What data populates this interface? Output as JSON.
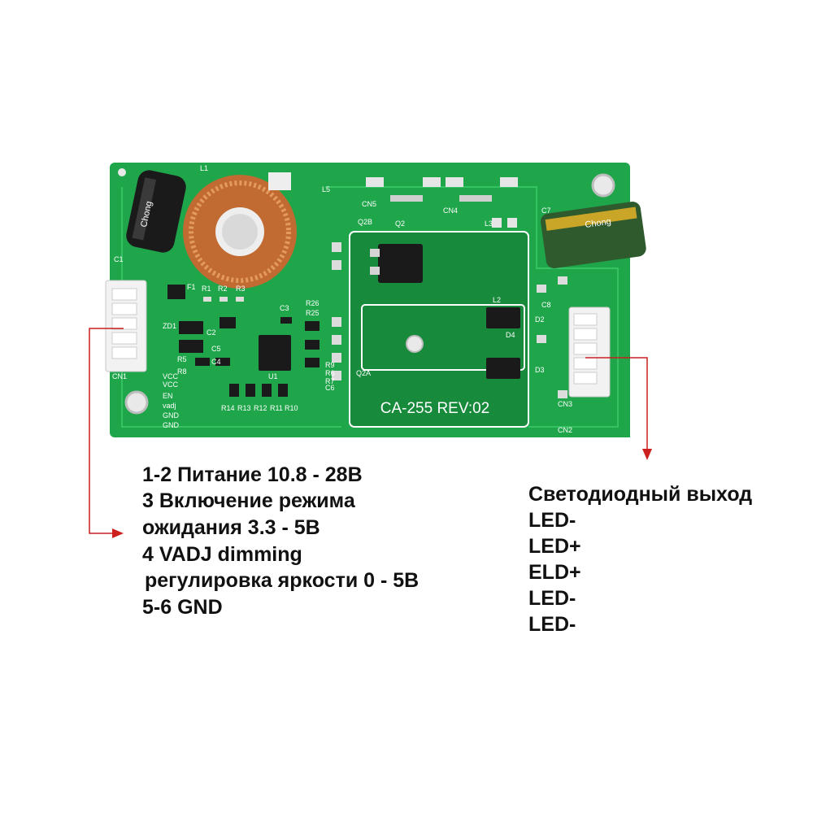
{
  "board": {
    "model": "CA-255 REV:02",
    "connectors": {
      "input": "CN1",
      "output": "CN3",
      "cn2": "CN2",
      "cn4": "CN4",
      "cn5": "CN5"
    },
    "input_pins": [
      "VCC",
      "VCC",
      "EN",
      "vadj",
      "GND",
      "GND"
    ],
    "silkscreen": [
      "L1",
      "L5",
      "L2",
      "L3",
      "C1",
      "C2",
      "C3",
      "C4",
      "C5",
      "C6",
      "C7",
      "C8",
      "F1",
      "R1",
      "R2",
      "R3",
      "R5",
      "R6",
      "R7",
      "R8",
      "R9",
      "R10",
      "R11",
      "R12",
      "R13",
      "R14",
      "R25",
      "R26",
      "ZD1",
      "U1",
      "Q2",
      "Q2A",
      "Q2B",
      "D2",
      "D3",
      "D4"
    ],
    "capacitor_brand": "Chong",
    "colors": {
      "pcb": "#1fa54a",
      "pcb_dark": "#178a3b",
      "silkscreen": "#ffffff",
      "arrow": "#cc1f1f",
      "text": "#111111"
    }
  },
  "input_labels": {
    "line1": "1-2 Питание 10.8 - 28В",
    "line2": "3    Включение режима",
    "line3": "ожидания 3.3 - 5В",
    "line4": "4    VADJ dimming",
    "line5": "регулировка яркости  0 - 5В",
    "line6": "5-6  GND"
  },
  "output_labels": {
    "title": "Светодиодный выход",
    "pins": [
      "LED-",
      "LED+",
      "ELD+",
      "LED-",
      "LED-"
    ]
  }
}
